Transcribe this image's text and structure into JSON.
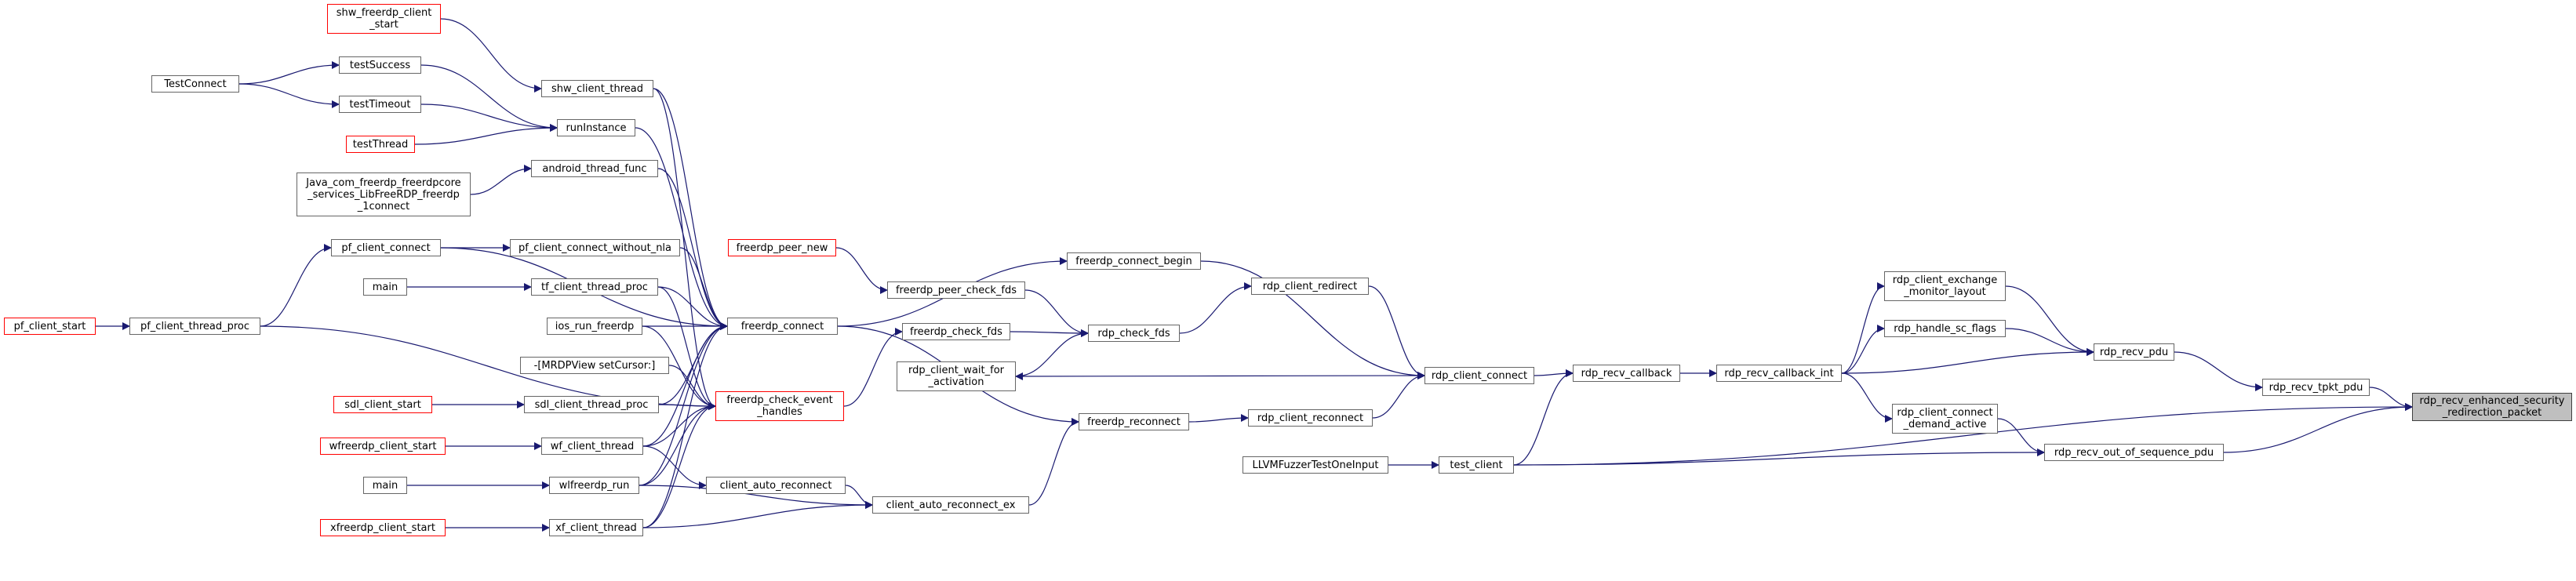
{
  "graph_title": "",
  "colors": {
    "edge": "#191970",
    "node_border": "#666666",
    "incomplete_border": "#ff0000",
    "root_fill": "#bfbfbf"
  },
  "nodes": {
    "root": "rdp_recv_enhanced_security\n_redirection_packet",
    "rdp_recv_tpkt_pdu": "rdp_recv_tpkt_pdu",
    "rdp_recv_out_of_sequence_pdu": "rdp_recv_out_of_sequence_pdu",
    "rdp_recv_pdu": "rdp_recv_pdu",
    "rdp_client_exchange_monitor_layout": "rdp_client_exchange\n_monitor_layout",
    "rdp_handle_sc_flags": "rdp_handle_sc_flags",
    "rdp_client_connect_demand_active": "rdp_client_connect\n_demand_active",
    "rdp_recv_callback_int": "rdp_recv_callback_int",
    "rdp_recv_callback": "rdp_recv_callback",
    "rdp_client_connect": "rdp_client_connect",
    "test_client": "test_client",
    "LLVMFuzzerTestOneInput": "LLVMFuzzerTestOneInput",
    "rdp_client_redirect": "rdp_client_redirect",
    "rdp_client_reconnect": "rdp_client_reconnect",
    "freerdp_connect_begin": "freerdp_connect_begin",
    "rdp_check_fds": "rdp_check_fds",
    "freerdp_reconnect": "freerdp_reconnect",
    "freerdp_peer_check_fds": "freerdp_peer_check_fds",
    "freerdp_check_fds": "freerdp_check_fds",
    "rdp_client_wait_for_activation": "rdp_client_wait_for\n_activation",
    "freerdp_peer_new": "freerdp_peer_new",
    "client_auto_reconnect_ex": "client_auto_reconnect_ex",
    "freerdp_connect": "freerdp_connect",
    "freerdp_check_event_handles": "freerdp_check_event\n_handles",
    "client_auto_reconnect": "client_auto_reconnect",
    "shw_freerdp_client_start": "shw_freerdp_client\n_start",
    "shw_client_thread": "shw_client_thread",
    "runInstance": "runInstance",
    "android_thread_func": "android_thread_func",
    "pf_client_connect_without_nla": "pf_client_connect_without_nla",
    "tf_client_thread_proc": "tf_client_thread_proc",
    "ios_run_freerdp": "ios_run_freerdp",
    "mrdpview_setcursor": "-[MRDPView setCursor:]",
    "sdl_client_thread_proc": "sdl_client_thread_proc",
    "wf_client_thread": "wf_client_thread",
    "wlfreerdp_run": "wlfreerdp_run",
    "xf_client_thread": "xf_client_thread",
    "TestConnect": "TestConnect",
    "testSuccess": "testSuccess",
    "testTimeout": "testTimeout",
    "testThread": "testThread",
    "java_connect": "Java_com_freerdp_freerdpcore\n_services_LibFreeRDP_freerdp\n_1connect",
    "pf_client_connect": "pf_client_connect",
    "pf_client_thread_proc": "pf_client_thread_proc",
    "pf_client_start": "pf_client_start",
    "main_tf": "main",
    "main_wl": "main",
    "sdl_client_start": "sdl_client_start",
    "wfreerdp_client_start": "wfreerdp_client_start",
    "xfreerdp_client_start": "xfreerdp_client_start"
  }
}
